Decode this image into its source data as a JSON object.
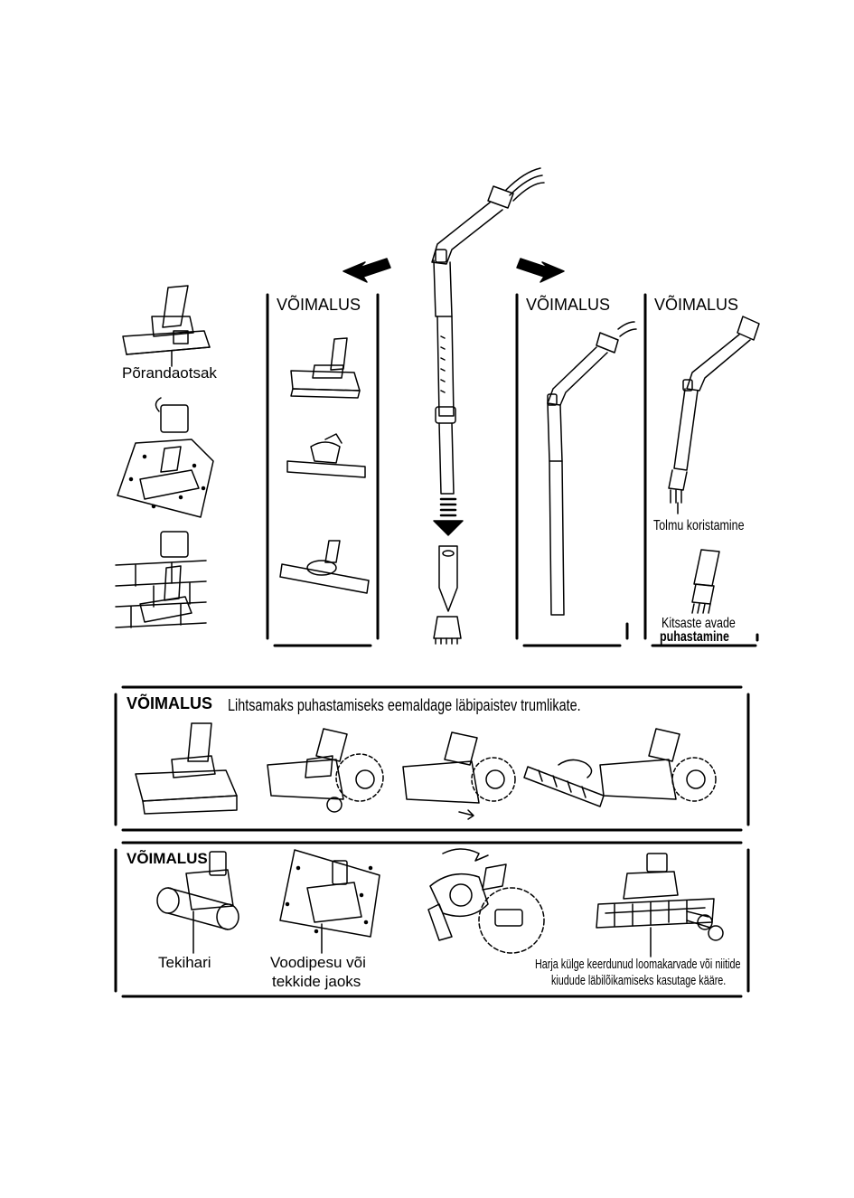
{
  "top": {
    "floor_nozzle_label": "Põrandaotsak",
    "option_label_1": "VÕIMALUS",
    "option_label_2": "VÕIMALUS",
    "option_label_3": "VÕIMALUS",
    "dusting_label": "Tolmu koristamine",
    "crevice_label_line1": "Kitsaste avade",
    "crevice_label_line2": "puhastamine"
  },
  "turbo_box": {
    "title": "VÕIMALUS",
    "instruction": "Lihtsamaks puhastamiseks eemaldage läbipaistev trumlikate."
  },
  "bed_box": {
    "title": "VÕIMALUS",
    "tekihari_label": "Tekihari",
    "bedding_line1": "Voodipesu või",
    "bedding_line2": "tekkide jaoks",
    "scissors_line1": "Harja külge keerdunud loomakarvade või niitide",
    "scissors_line2": "kiudude läbilõikamiseks kasutage kääre."
  }
}
